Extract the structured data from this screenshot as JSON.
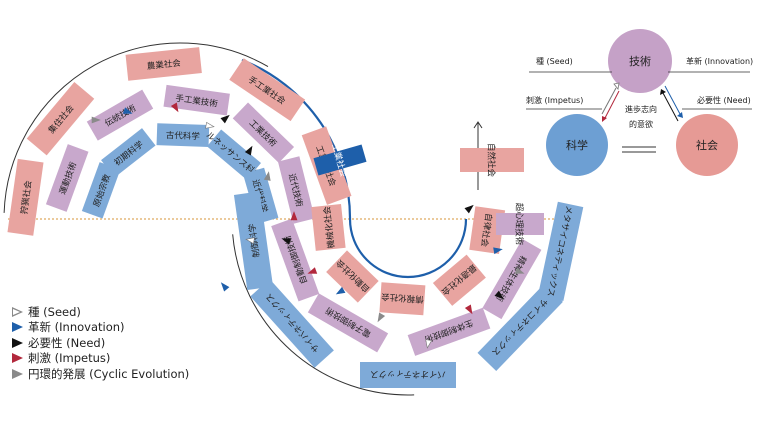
{
  "legend": [
    {
      "label": "種 (Seed)",
      "style": "hollow",
      "color": "#8a8a8a"
    },
    {
      "label": "革新 (Innovation)",
      "style": "solid",
      "color": "#1e5faa"
    },
    {
      "label": "必要性 (Need)",
      "style": "solid",
      "color": "#111111"
    },
    {
      "label": "刺激 (Impetus)",
      "style": "solid",
      "color": "#b2283c"
    },
    {
      "label": "円環的発展 (Cyclic Evolution)",
      "style": "solid",
      "color": "#8a8a8a"
    }
  ],
  "left_outer_society": [
    "狩猟社会",
    "集住社会",
    "農業社会",
    "手工業社会",
    "工業化社会"
  ],
  "left_middle_tech": [
    "運動技術",
    "伝統技術",
    "手工業技術",
    "工業技術",
    "近代技術"
  ],
  "left_inner_science": [
    "原始宗教",
    "初期科学",
    "古代科学",
    "ルネッサンス科学",
    "近代科学"
  ],
  "right_outer_science": [
    "制御科学",
    "サイバネティックス",
    "バイオネティックス",
    "サイコネティックス",
    "メタサイコネティックス"
  ],
  "right_middle_tech": [
    "自動制御技術",
    "電子制御技術",
    "生体制御技術",
    "精神生体技術",
    "超心理技術"
  ],
  "right_inner_society": [
    "機械化社会",
    "自動化社会",
    "情報化社会",
    "最適化社会",
    "自律社会",
    "自然社会"
  ],
  "center_labels": [
    "工業社会"
  ],
  "theory": {
    "tech": "技術",
    "science": "科学",
    "society": "社会",
    "center": [
      "進歩志向",
      "的意欲"
    ],
    "seed": "種 (Seed)",
    "innovation": "革新 (Innovation)",
    "impetus": "刺激 (Impetus)",
    "need": "必要性 (Need)",
    "colors": {
      "tech": "#c5a1c7",
      "science": "#6d9fd3",
      "society": "#e69a95"
    }
  },
  "colors": {
    "society": "#e8a4a0",
    "tech": "#c8a8cc",
    "science": "#7eaad8",
    "highlight": "#1e5faa",
    "divider": "#d7963a"
  }
}
